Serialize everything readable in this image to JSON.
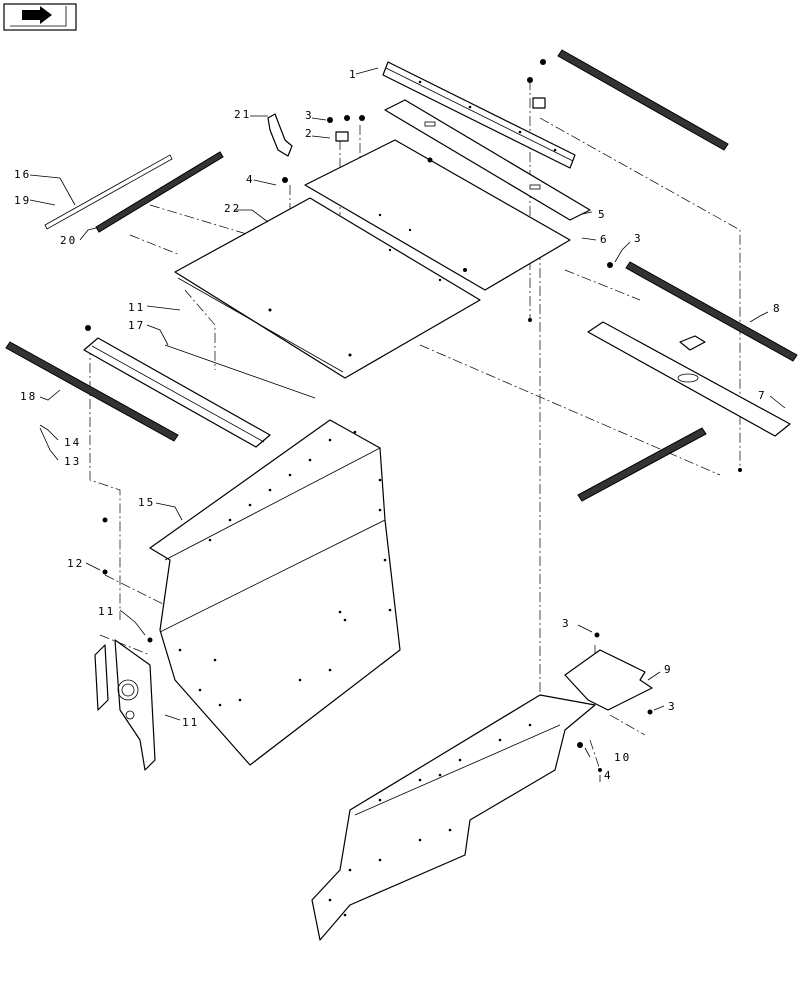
{
  "nav_icon": "next-page-arrow-icon",
  "callouts": {
    "c1": "1",
    "c2": "2",
    "c3a": "3",
    "c3b": "3",
    "c3c": "3",
    "c3d": "3",
    "c4a": "4",
    "c4b": "4",
    "c5": "5",
    "c6": "6",
    "c7": "7",
    "c8": "8",
    "c9": "9",
    "c10": "10",
    "c11a": "11",
    "c11b": "11",
    "c11c": "11",
    "c12": "12",
    "c13": "13",
    "c14": "14",
    "c15": "15",
    "c16": "16",
    "c17": "17",
    "c18": "18",
    "c19": "19",
    "c20": "20",
    "c21": "21",
    "c22": "22"
  }
}
